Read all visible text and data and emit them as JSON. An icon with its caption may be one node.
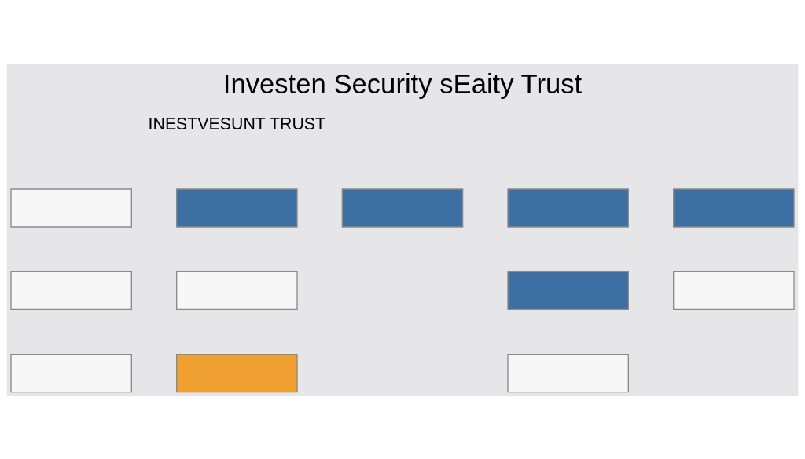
{
  "diagram": {
    "title": "Investen Security sEaity Trust",
    "nodes": [
      {
        "text": [],
        "shape": "box"
      },
      {
        "text": [],
        "shape": "box"
      },
      {
        "text": [],
        "shape": "box"
      },
      {
        "text": [],
        "shape": "box"
      },
      {
        "text": [],
        "shape": "box"
      },
      {
        "text": [],
        "shape": "box"
      },
      {
        "text": [],
        "shape": "box"
      },
      {
        "text": [],
        "shape": "box"
      },
      {
        "text": [],
        "shape": "box"
      },
      {
        "text": [],
        "shape": "box"
      },
      {
        "text": [],
        "shape": "box"
      },
      {
        "text": [],
        "shape": "box"
      }
    ],
    "labels": [
      "INESTVESUNT TRUST"
    ]
  }
}
